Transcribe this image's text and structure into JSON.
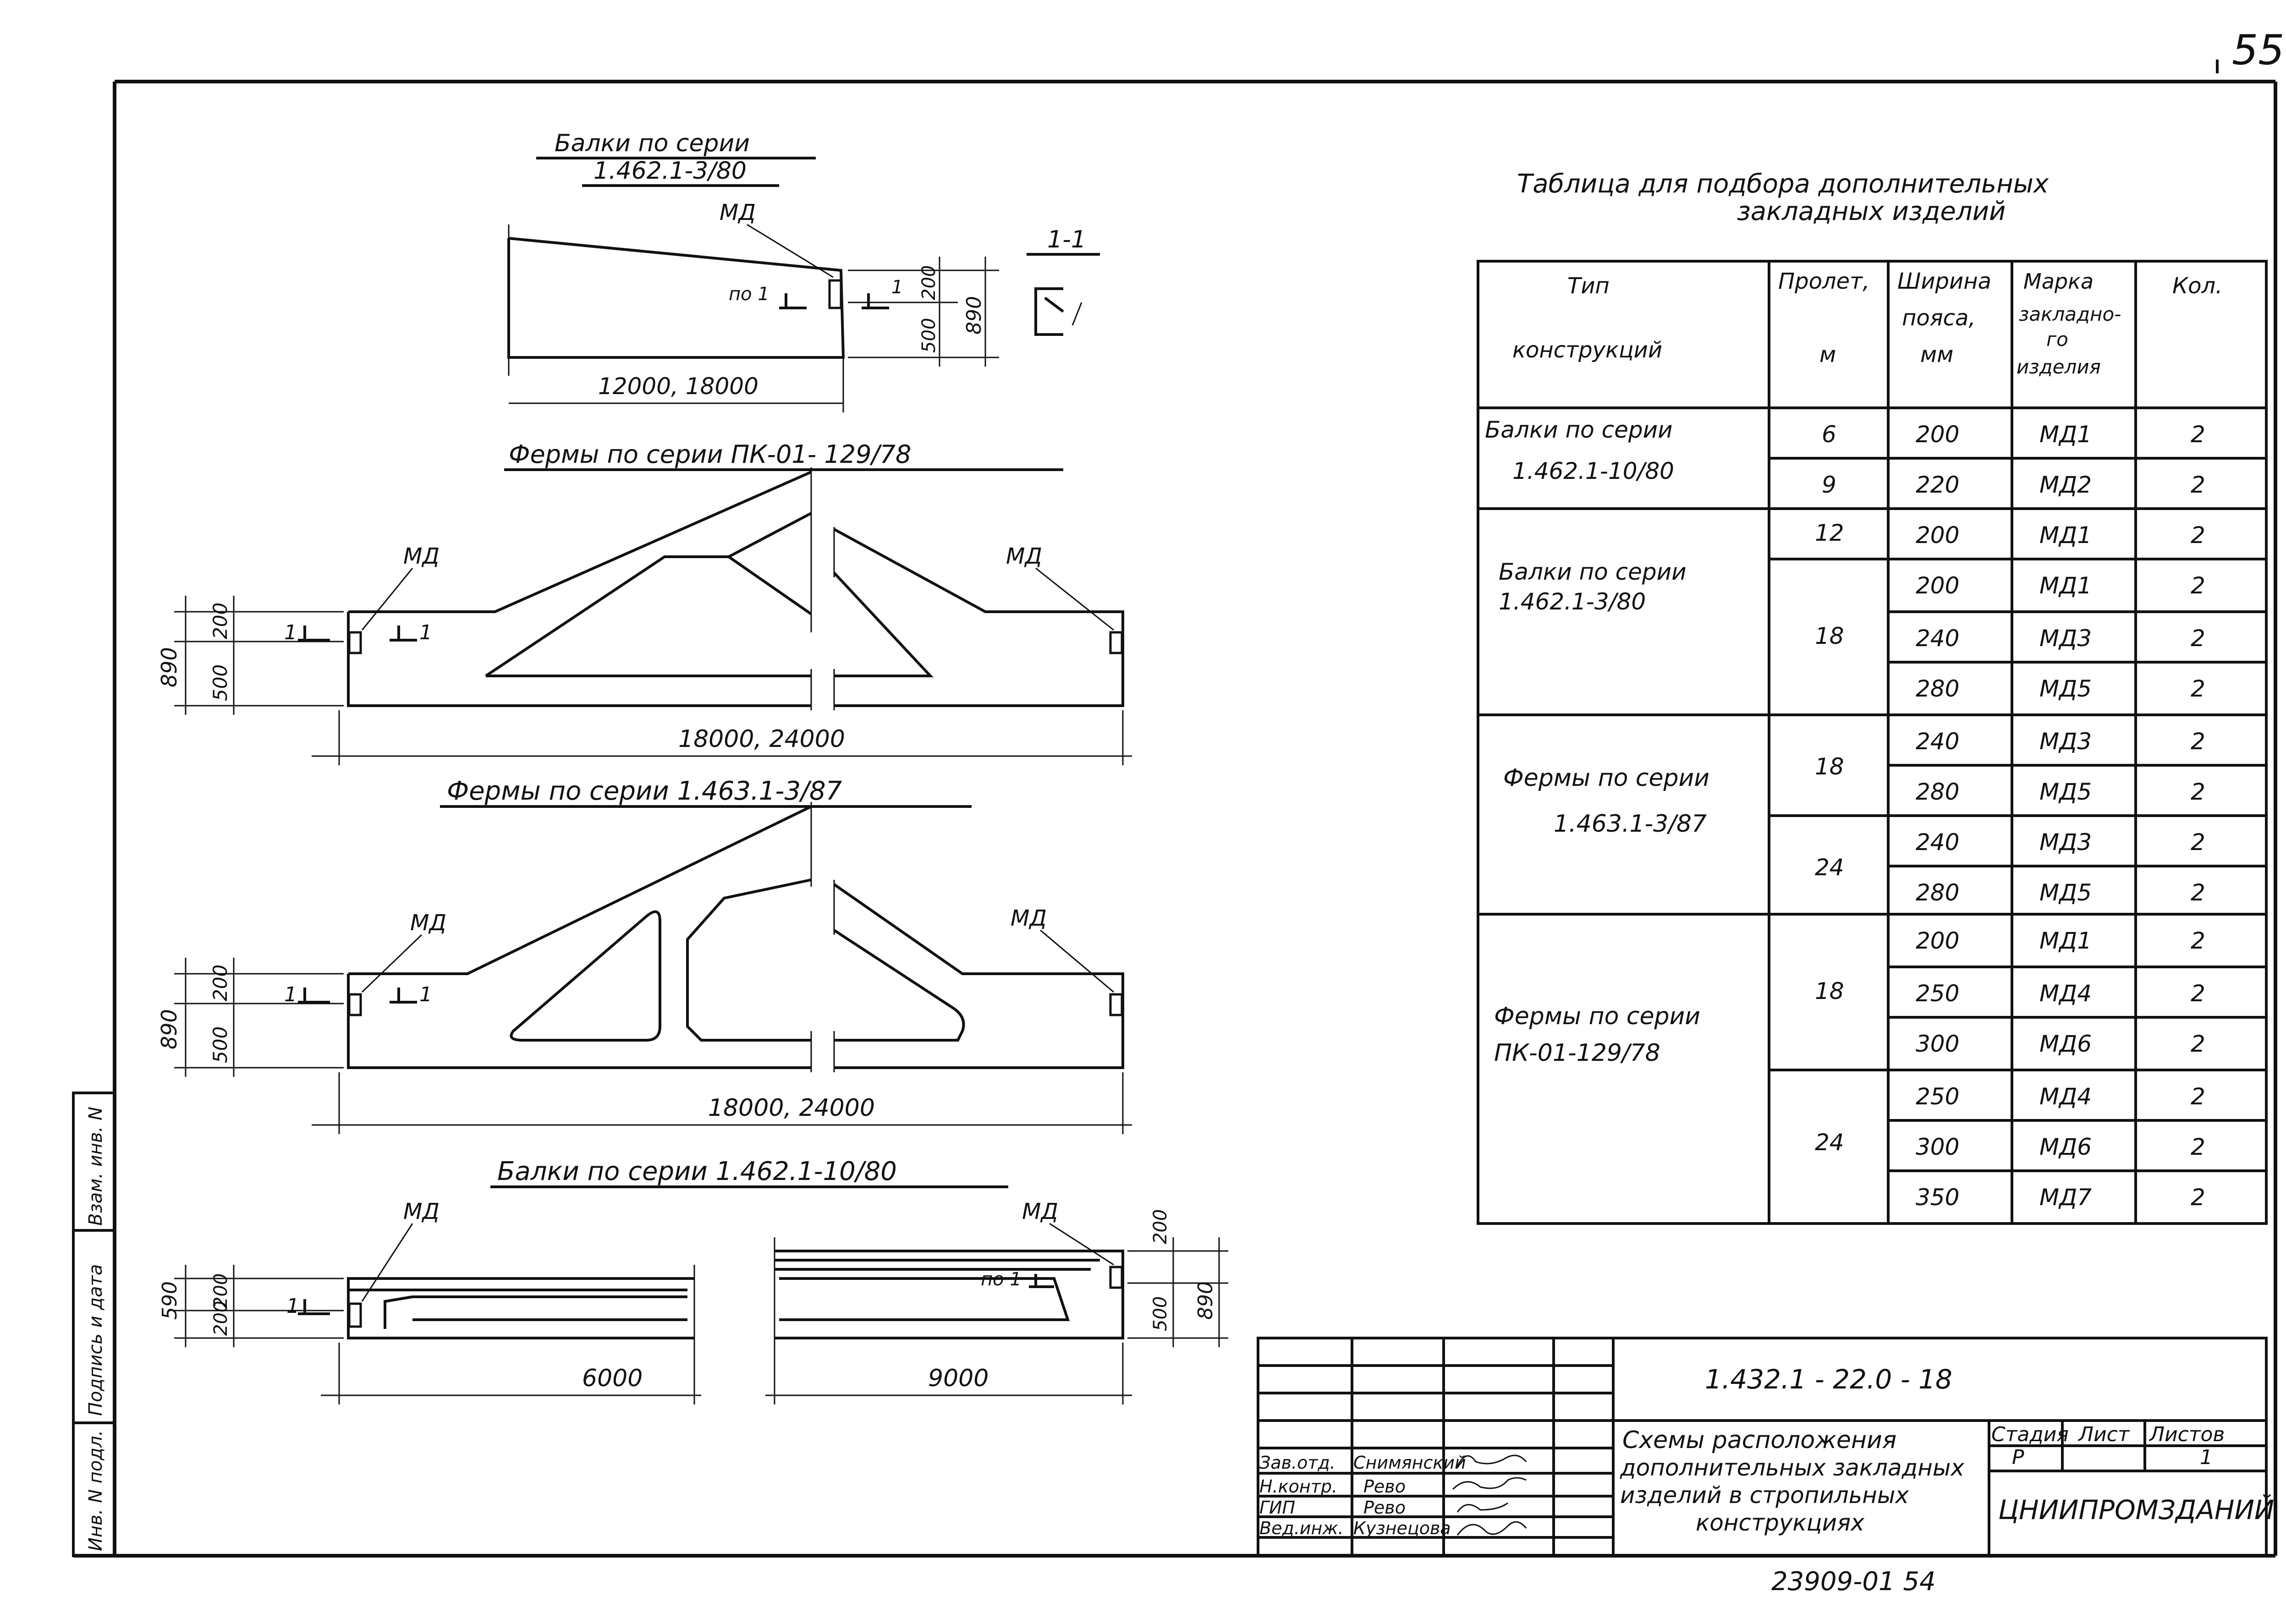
{
  "page_number": "55",
  "bottom_code": "23909-01  54",
  "side_stamp": [
    "Инв. N подл.",
    "Подпись и дата",
    "Взам. инв. N"
  ],
  "drawings": {
    "beam_a": {
      "title_line1": "Балки  по  серии",
      "title_line2": "1.462.1-3/80",
      "md": "МД",
      "section_ref": "по 1",
      "section_ref2": "1",
      "span_dim": "12000, 18000",
      "dim_500": "500",
      "dim_200": "200",
      "dim_890": "890",
      "section_title": "1-1"
    },
    "truss_a": {
      "title": "Фермы   по  серии   ПК-01- 129/78",
      "md_left": "МД",
      "md_right": "МД",
      "section_ref": "1",
      "section_ref2": "1",
      "dim_890": "890",
      "dim_500": "500",
      "dim_200": "200",
      "span_dim": "18000,  24000"
    },
    "truss_b": {
      "title": "Фермы  по  серии  1.463.1-3/87",
      "md_left": "МД",
      "md_right": "МД",
      "section_ref": "1",
      "section_ref2": "1",
      "dim_890": "890",
      "dim_500": "500",
      "dim_200": "200",
      "span_dim": "18000,  24000"
    },
    "beam_b": {
      "title": "Балки   по  серии  1.462.1-10/80",
      "md_left": "МД",
      "md_right": "МД",
      "section_ref": "1",
      "section_ref_right": "по 1",
      "dim_590": "590",
      "dim_200a": "200",
      "dim_200b": "200",
      "span_left": "6000",
      "span_right": "9000",
      "dim_r200": "200",
      "dim_r500": "500",
      "dim_r890": "890"
    }
  },
  "table": {
    "title_line1": "Таблица   для  подбора   дополнительных",
    "title_line2": "закладных  изделий",
    "headers": {
      "type_line1": "Тип",
      "type_line2": "конструкций",
      "span_line1": "Пролет,",
      "span_line2": "м",
      "width_line1": "Ширина",
      "width_line2": "пояса,",
      "width_line3": "мм",
      "mark_line1": "Марка",
      "mark_line2": "закладно-",
      "mark_line3": "го",
      "mark_line4": "изделия",
      "qty": "Кол."
    },
    "groups": [
      {
        "name_line1": "Балки по серии",
        "name_line2": "1.462.1-10/80"
      },
      {
        "name_line1": "Балки по серии",
        "name_line2": "1.462.1-3/80"
      },
      {
        "name_line1": "Фермы по серии",
        "name_line2": "1.463.1-3/87"
      },
      {
        "name_line1": "Фермы по серии",
        "name_line2": "ПК-01-129/78"
      }
    ],
    "spans": [
      "6",
      "9",
      "12",
      "18",
      "18",
      "24",
      "18",
      "24"
    ],
    "rows": [
      {
        "width": "200",
        "mark": "МД1",
        "qty": "2"
      },
      {
        "width": "220",
        "mark": "МД2",
        "qty": "2"
      },
      {
        "width": "200",
        "mark": "МД1",
        "qty": "2"
      },
      {
        "width": "200",
        "mark": "МД1",
        "qty": "2"
      },
      {
        "width": "240",
        "mark": "МД3",
        "qty": "2"
      },
      {
        "width": "280",
        "mark": "МД5",
        "qty": "2"
      },
      {
        "width": "240",
        "mark": "МД3",
        "qty": "2"
      },
      {
        "width": "280",
        "mark": "МД5",
        "qty": "2"
      },
      {
        "width": "240",
        "mark": "МД3",
        "qty": "2"
      },
      {
        "width": "280",
        "mark": "МД5",
        "qty": "2"
      },
      {
        "width": "200",
        "mark": "МД1",
        "qty": "2"
      },
      {
        "width": "250",
        "mark": "МД4",
        "qty": "2"
      },
      {
        "width": "300",
        "mark": "МД6",
        "qty": "2"
      },
      {
        "width": "250",
        "mark": "МД4",
        "qty": "2"
      },
      {
        "width": "300",
        "mark": "МД6",
        "qty": "2"
      },
      {
        "width": "350",
        "mark": "МД7",
        "qty": "2"
      }
    ]
  },
  "title_block": {
    "doc_code": "1.432.1 - 22.0 - 18",
    "title_line1": "Схемы   расположения",
    "title_line2": "дополнительных закладных",
    "title_line3": "изделий  в  стропильных",
    "title_line4": "конструкциях",
    "stage_label": "Стадия",
    "sheet_label": "Лист",
    "sheets_label": "Листов",
    "stage_value": "Р",
    "sheets_value": "1",
    "organization": "ЦНИИПРОМЗДАНИЙ",
    "staff": [
      {
        "role": "Зав.отд.",
        "name": "Снимянский"
      },
      {
        "role": "Н.контр.",
        "name": "Рево"
      },
      {
        "role": "ГИП",
        "name": "Рево"
      },
      {
        "role": "Вед.инж.",
        "name": "Кузнецова"
      }
    ]
  }
}
